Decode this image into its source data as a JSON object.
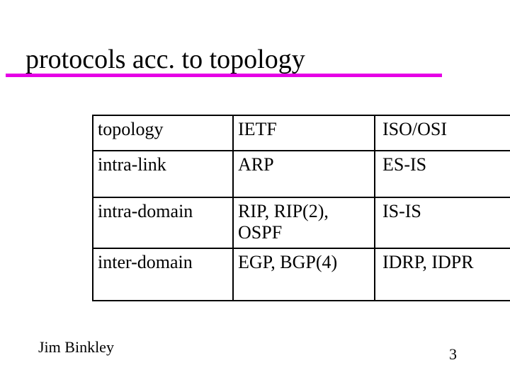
{
  "slide": {
    "title": "protocols acc. to topology",
    "accent_color": "#e600e6"
  },
  "table": {
    "headers": [
      "topology",
      "IETF",
      "ISO/OSI"
    ],
    "rows": [
      [
        "intra-link",
        "ARP",
        "ES-IS"
      ],
      [
        "intra-domain",
        "RIP, RIP(2),\nOSPF",
        "IS-IS"
      ],
      [
        "inter-domain",
        "EGP, BGP(4)",
        "IDRP, IDPR"
      ]
    ]
  },
  "footer": {
    "author": "Jim Binkley",
    "page_number": "3"
  }
}
